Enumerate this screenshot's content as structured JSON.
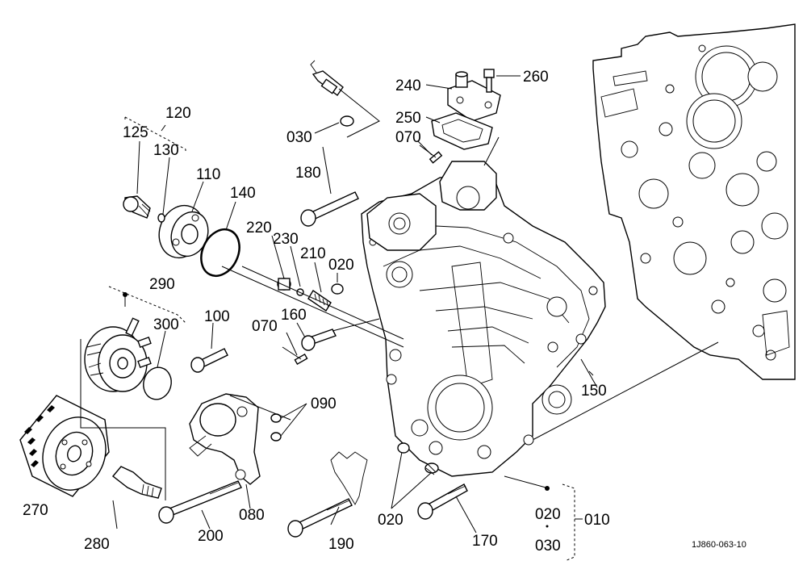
{
  "diagram": {
    "drawing_code": "1J860-063-10",
    "labels": {
      "010": "010",
      "020": "020",
      "030": "030",
      "070": "070",
      "080": "080",
      "090": "090",
      "100": "100",
      "110": "110",
      "120": "120",
      "125": "125",
      "130": "130",
      "140": "140",
      "150": "150",
      "160": "160",
      "170": "170",
      "180": "180",
      "190": "190",
      "200": "200",
      "210": "210",
      "220": "220",
      "230": "230",
      "240": "240",
      "250": "250",
      "260": "260",
      "270": "270",
      "280": "280",
      "290": "290",
      "300": "300"
    }
  }
}
